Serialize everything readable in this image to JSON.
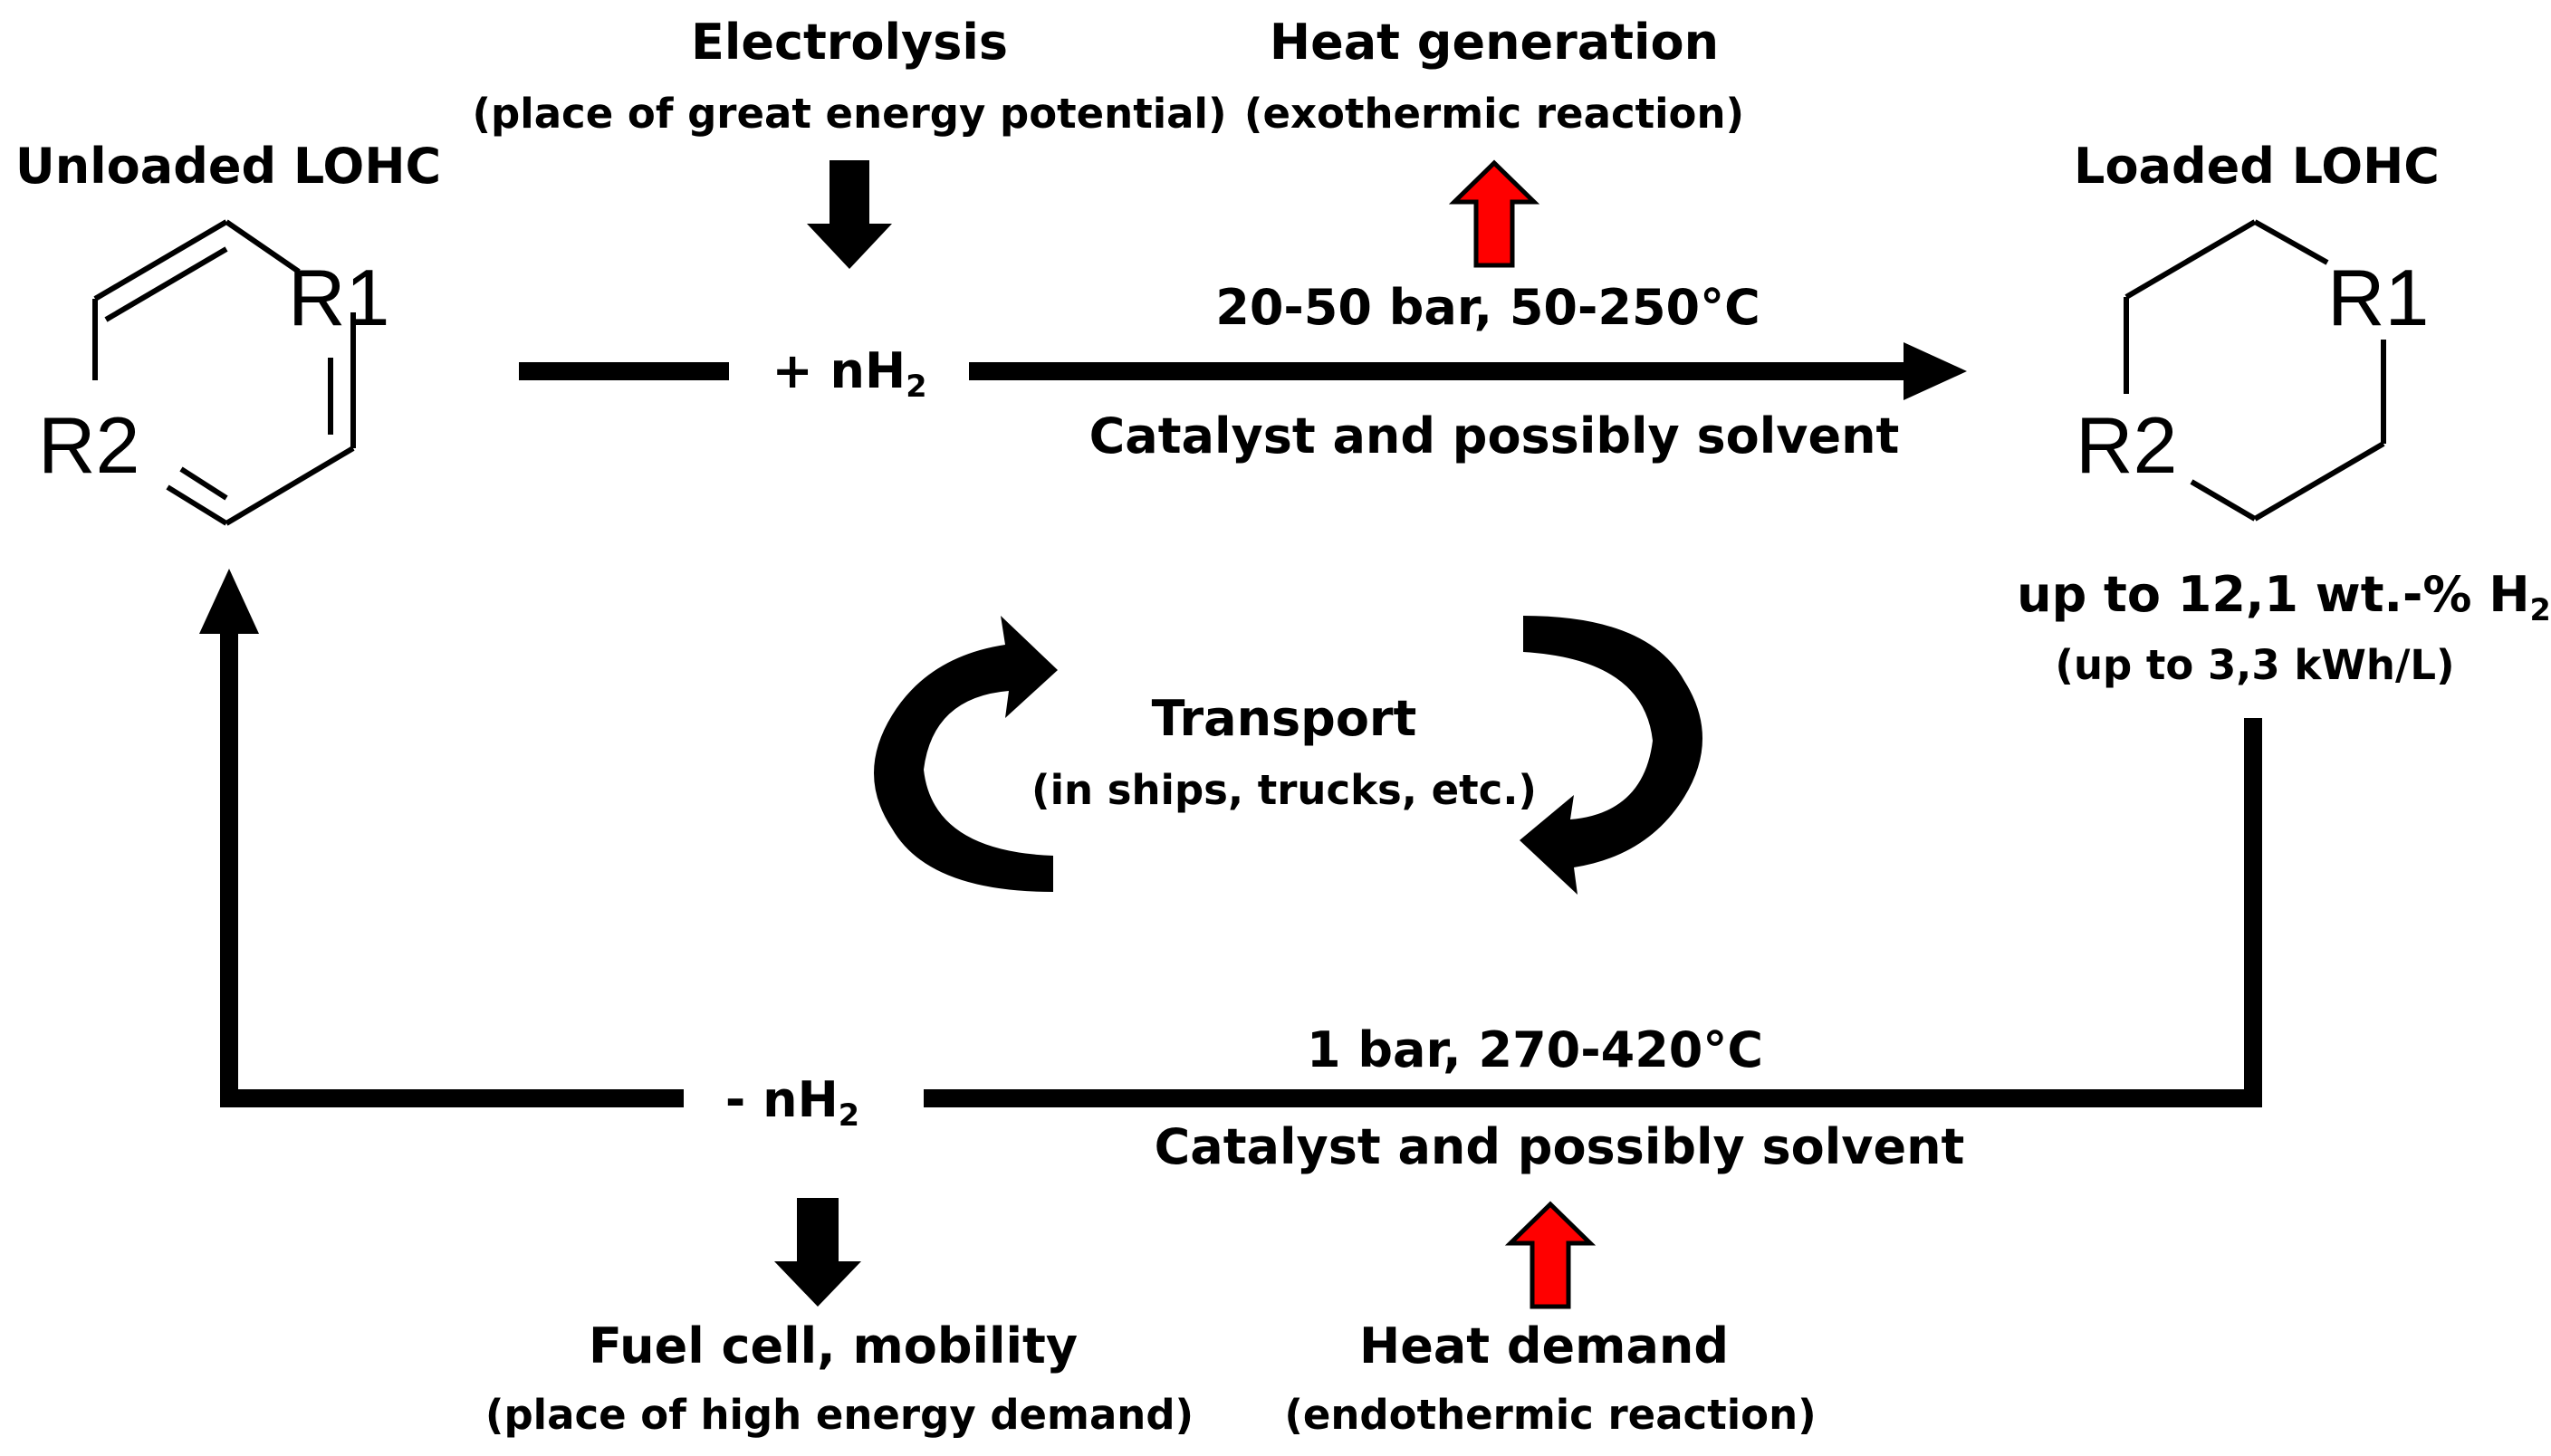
{
  "labels": {
    "unloaded_title": "Unloaded LOHC",
    "loaded_title": "Loaded LOHC",
    "electrolysis_title": "Electrolysis",
    "electrolysis_sub": "(place of great energy potential)",
    "heat_gen_title": "Heat generation",
    "heat_gen_sub": "(exothermic reaction)",
    "hydrogenation_conditions": "20-50 bar, 50-250°C",
    "hydrogenation_catalyst": "Catalyst and possibly solvent",
    "add_h2_prefix": "+ nH",
    "add_h2_sub": "2",
    "capacity_prefix": "up to 12,1 wt.-% H",
    "capacity_sub": "2",
    "capacity_volumetric": "(up to 3,3 kWh/L)",
    "transport_title": "Transport",
    "transport_sub": "(in ships, trucks, etc.)",
    "dehydrogenation_conditions": "1 bar, 270-420°C",
    "dehydrogenation_catalyst": "Catalyst and possibly solvent",
    "release_h2_prefix": "- nH",
    "release_h2_sub": "2",
    "fuel_cell_title": "Fuel cell, mobility",
    "fuel_cell_sub": "(place of high energy demand)",
    "heat_demand_title": "Heat demand",
    "heat_demand_sub": "(endothermic reaction)"
  },
  "molecules": {
    "unloaded_r1": "R1",
    "unloaded_r2": "R2",
    "loaded_r1": "R1",
    "loaded_r2": "R2"
  },
  "colors": {
    "line": "#000000",
    "heat_arrow": "#ff0000"
  }
}
